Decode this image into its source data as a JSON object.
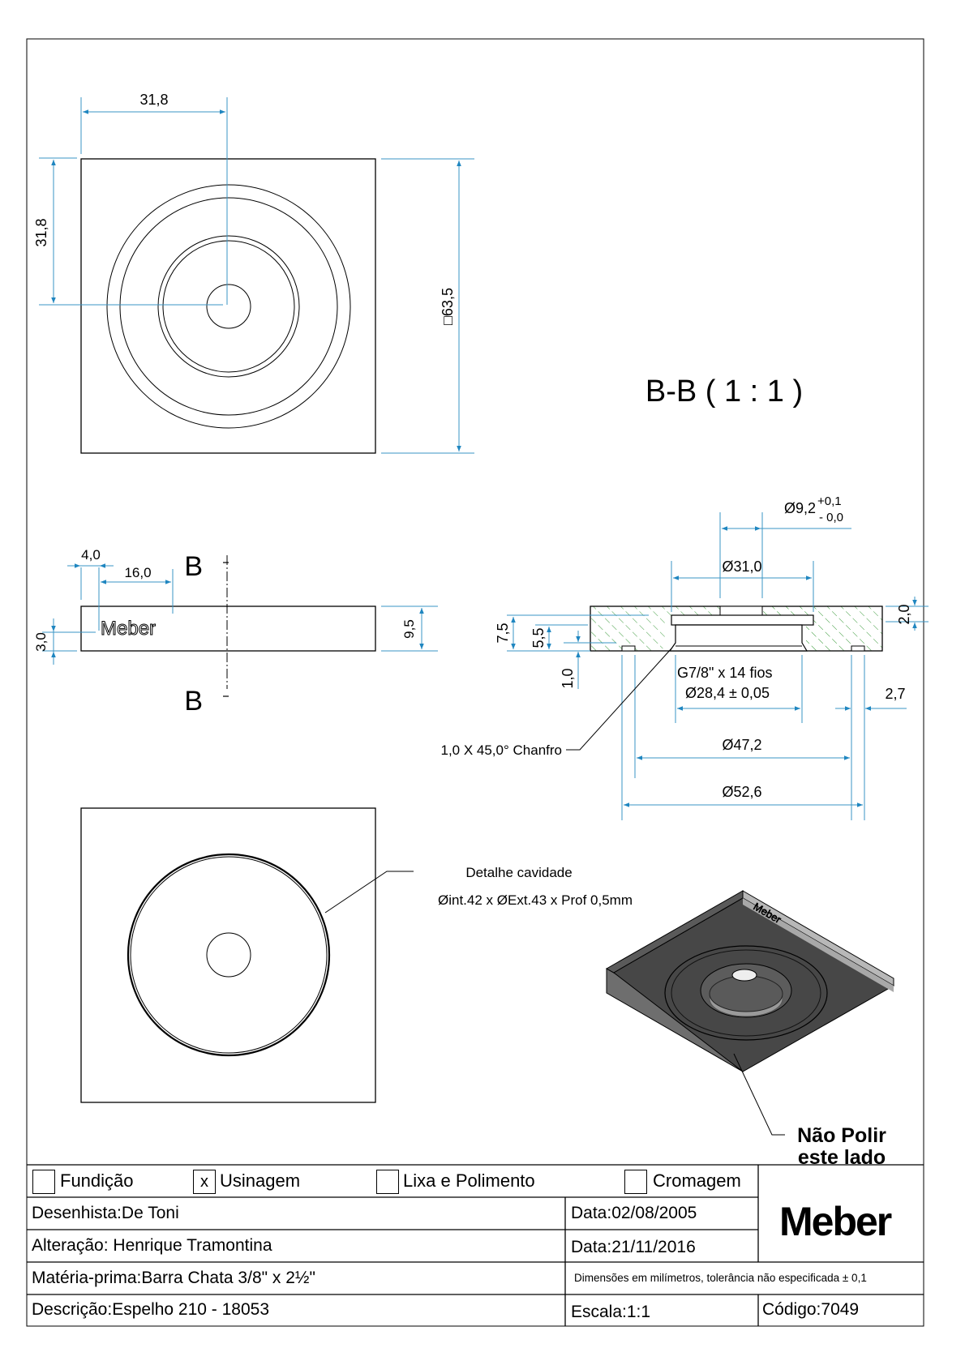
{
  "colors": {
    "dimension": "#3a95c4",
    "arrow": "#1f86c0",
    "hatch": "#3a9a3a",
    "iso_dark": "#474747",
    "iso_side": "#8c8c8c",
    "iso_light": "#b8b8b8"
  },
  "top_view": {
    "dim_horizontal": "31,8",
    "dim_vertical": "31,8",
    "dim_square": "□63,5"
  },
  "side_view": {
    "dim_4": "4,0",
    "dim_16": "16,0",
    "dim_3": "3,0",
    "dim_thickness": "9,5",
    "engraving": "Meber",
    "section_mark_top": "B",
    "section_mark_bottom": "B"
  },
  "section_view": {
    "title": "B-B ( 1 : 1 )",
    "dim_hole": "Ø9,2",
    "dim_hole_tol_plus": "+0,1",
    "dim_hole_tol_minus": "- 0,0",
    "dim_recess": "Ø31,0",
    "dim_7_5": "7,5",
    "dim_5_5": "5,5",
    "dim_1_0": "1,0",
    "dim_2_0": "2,0",
    "thread_label": "G7/8\" x 14 fios",
    "thread_dia": "Ø28,4 ± 0,05",
    "dim_2_7": "2,7",
    "chamfer_note": "1,0 X 45,0° Chanfro",
    "dim_47_2": "Ø47,2",
    "dim_52_6": "Ø52,6"
  },
  "bottom_view": {
    "note_title": "Detalhe cavidade",
    "note_detail": "Øint.42 x ØExt.43 x Prof 0,5mm"
  },
  "iso_view": {
    "engraving": "Meber",
    "note_line1": "Não Polir",
    "note_line2": "este lado"
  },
  "title_block": {
    "processes": [
      {
        "label": "Fundição",
        "checked": false,
        "mark": ""
      },
      {
        "label": "Usinagem",
        "checked": true,
        "mark": "x"
      },
      {
        "label": "Lixa e Polimento",
        "checked": false,
        "mark": ""
      },
      {
        "label": "Cromagem",
        "checked": false,
        "mark": ""
      }
    ],
    "designer_label": "Desenhista:",
    "designer_value": "De Toni",
    "designer_date_label": "Data:",
    "designer_date_value": "02/08/2005",
    "change_label": "Alteração:",
    "change_value": "Henrique Tramontina",
    "change_date_label": "Data:",
    "change_date_value": "21/11/2016",
    "material_label": "Matéria-prima:",
    "material_value": "Barra Chata 3/8\" x 2½\"",
    "tolerance_note": "Dimensões em milímetros, tolerância não especificada ± 0,1",
    "description_label": "Descrição:",
    "description_value": "Espelho 210 - 18053",
    "scale_label": "Escala:",
    "scale_value": "1:1",
    "code_label": "Código:",
    "code_value": "7049",
    "logo": "Meber"
  }
}
